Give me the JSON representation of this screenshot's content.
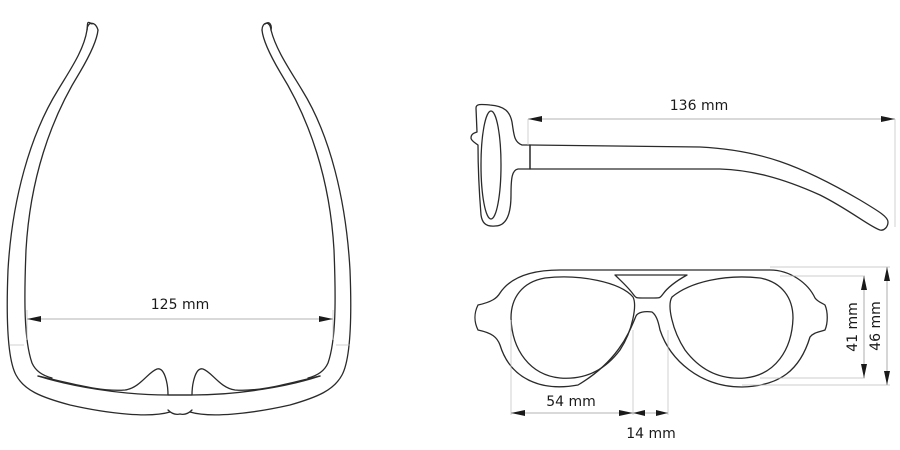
{
  "diagram": {
    "subject": "Aviator-style sunglasses technical dimension drawing",
    "views": [
      {
        "id": "top-view",
        "name": "Top view (temples open)"
      },
      {
        "id": "side-view",
        "name": "Side view"
      },
      {
        "id": "front-view",
        "name": "Front view"
      }
    ],
    "dimensions": {
      "frame_width": {
        "label": "125 mm",
        "value": 125,
        "unit": "mm"
      },
      "temple_length": {
        "label": "136 mm",
        "value": 136,
        "unit": "mm"
      },
      "lens_width": {
        "label": "54 mm",
        "value": 54,
        "unit": "mm"
      },
      "bridge_width": {
        "label": "14 mm",
        "value": 14,
        "unit": "mm"
      },
      "lens_height": {
        "label": "41 mm",
        "value": 41,
        "unit": "mm"
      },
      "frame_height": {
        "label": "46 mm",
        "value": 46,
        "unit": "mm"
      }
    },
    "colors": {
      "outline": "#2a2a2a",
      "dimension_line": "#9a9a9a",
      "background": "#ffffff"
    }
  }
}
